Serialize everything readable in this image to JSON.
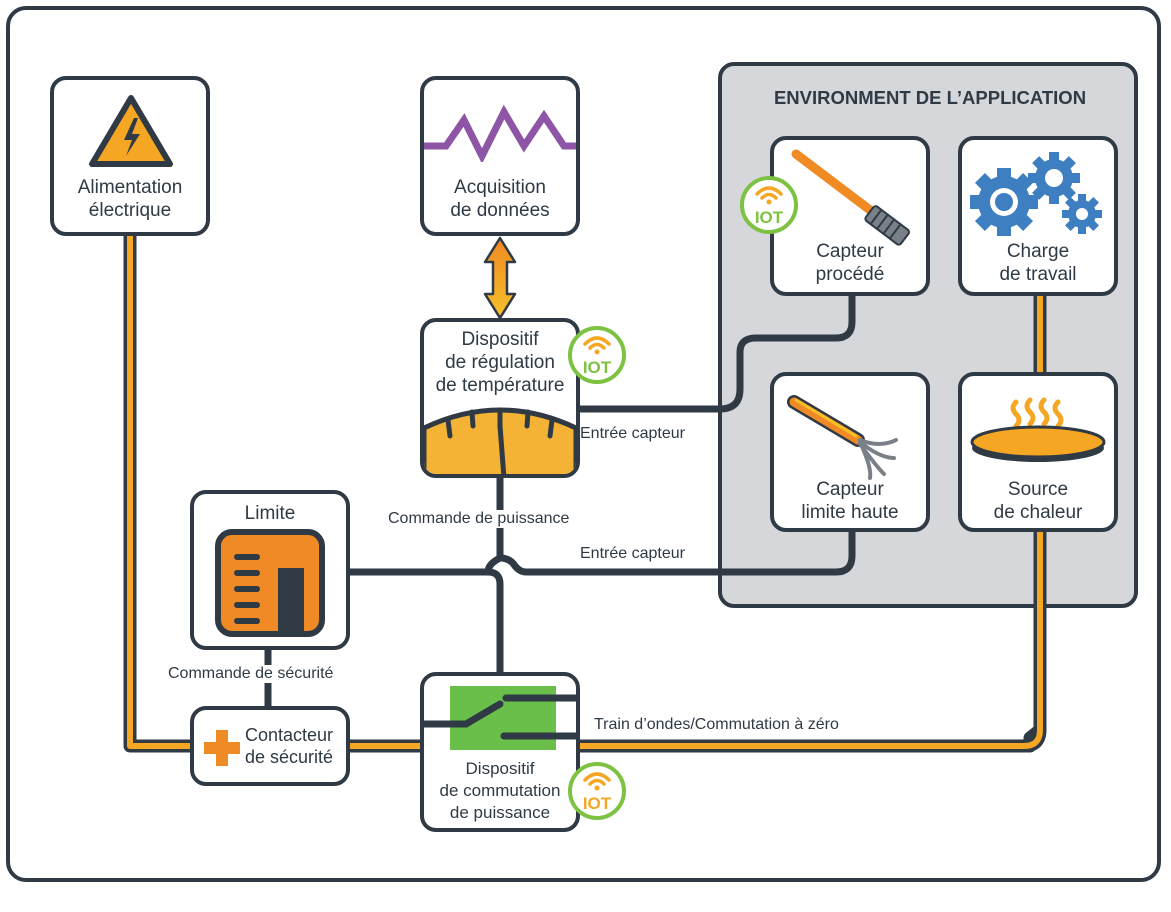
{
  "environment": {
    "title": "ENVIRONMENT DE L’APPLICATION"
  },
  "nodes": {
    "power_supply": {
      "line1": "Alimentation",
      "line2": "électrique"
    },
    "data_acquisition": {
      "line1": "Acquisition",
      "line2": "de données"
    },
    "temp_controller": {
      "line1": "Dispositif",
      "line2": "de régulation",
      "line3": "de température"
    },
    "process_sensor": {
      "line1": "Capteur",
      "line2": "procédé"
    },
    "workload": {
      "line1": "Charge",
      "line2": "de travail"
    },
    "high_limit_sensor": {
      "line1": "Capteur",
      "line2": "limite haute"
    },
    "heat_source": {
      "line1": "Source",
      "line2": "de chaleur"
    },
    "limit": {
      "label": "Limite"
    },
    "safety_contactor": {
      "line1": "Contacteur",
      "line2": "de sécurité"
    },
    "power_switch": {
      "line1": "Dispositif",
      "line2": "de commutation",
      "line3": "de puissance"
    }
  },
  "iot_badges": [
    {
      "label": "IOT",
      "color": "#7dc242"
    },
    {
      "label": "IOT",
      "color": "#7dc242"
    },
    {
      "label": "IOT",
      "color": "#f5a623"
    }
  ],
  "edge_labels": {
    "sensor_input_1": "Entrée capteur",
    "power_command": "Commande de puissance",
    "sensor_input_2": "Entrée capteur",
    "safety_command": "Commande de sécurité",
    "burst_firing": "Train d’ondes/Commutation à zéro"
  },
  "icons": [
    "high-voltage-icon",
    "waveform-icon",
    "gauge-icon",
    "probe-icon",
    "gears-icon",
    "heater-cable-icon",
    "hotplate-icon",
    "limit-controller-icon",
    "plus-cross-icon",
    "switch-icon",
    "wifi-icon"
  ],
  "colors": {
    "dark": "#2f3a45",
    "orange": "#f5a623",
    "orange_dark": "#f08a24",
    "green": "#7dc242",
    "purple": "#8e54a5",
    "gray_bg": "#d6d7da",
    "blue": "#3d7fc1"
  }
}
